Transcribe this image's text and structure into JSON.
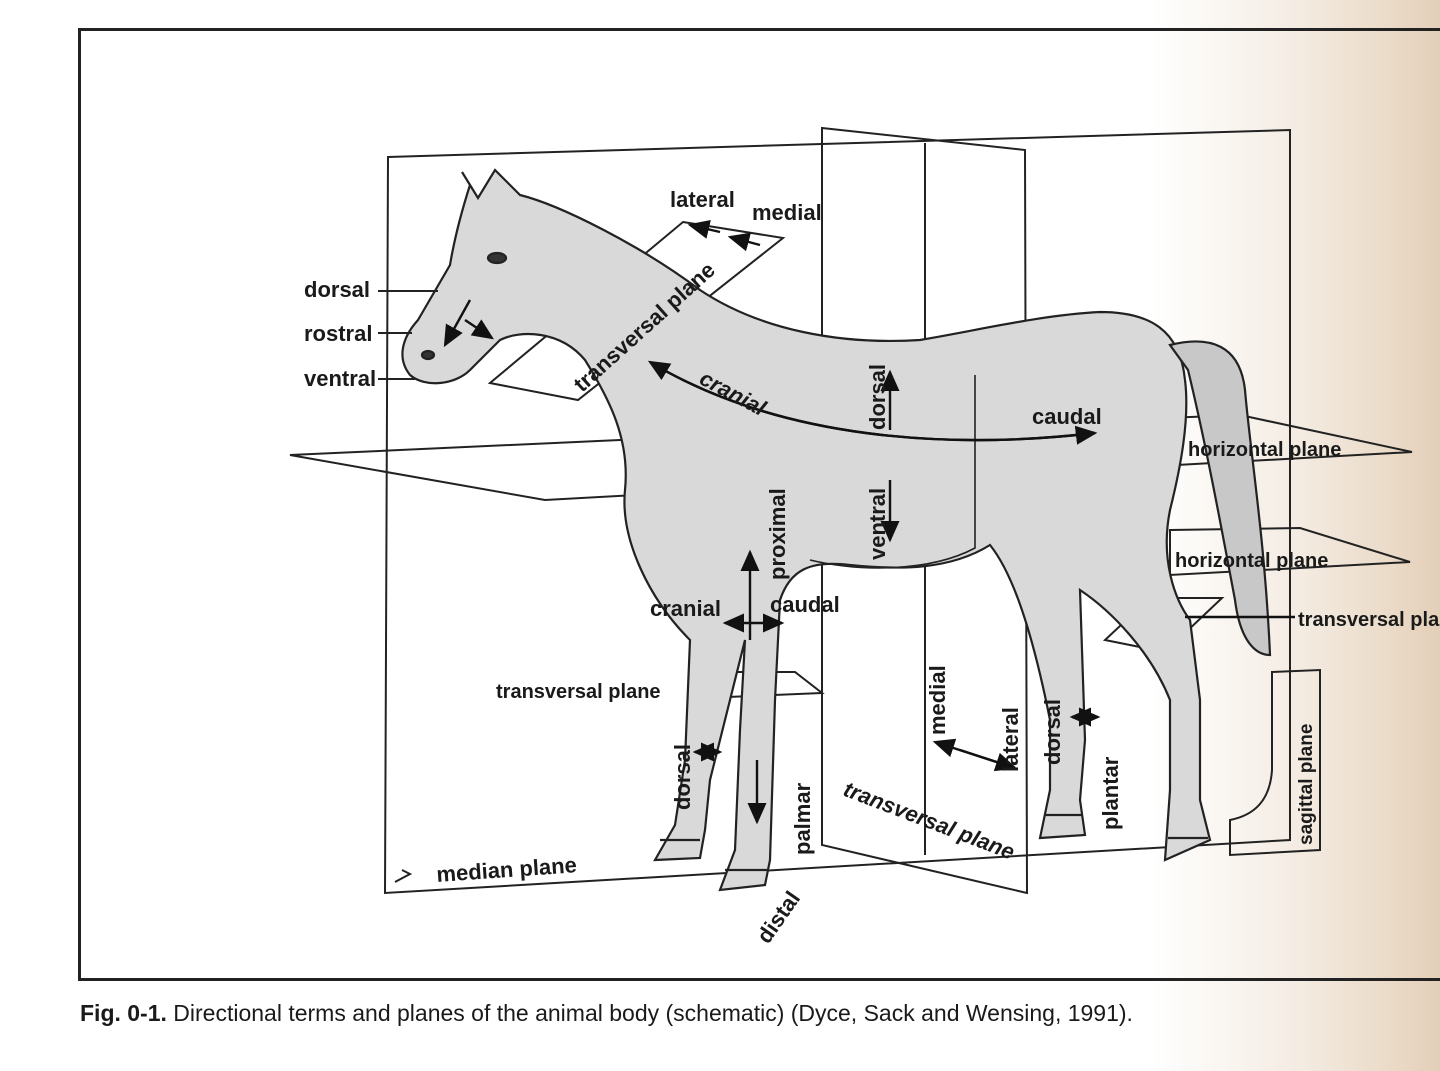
{
  "figure": {
    "caption_label": "Fig. 0-1.",
    "caption_text": " Directional terms and planes of the animal body (schematic) (Dyce, Sack and Wensing, 1991)."
  },
  "labels": {
    "lateral_top": "lateral",
    "medial_top": "medial",
    "dorsal_head": "dorsal",
    "rostral": "rostral",
    "ventral_head": "ventral",
    "transversal_plane_neck": "transversal plane",
    "cranial_body": "cranial",
    "dorsal_body": "dorsal",
    "ventral_body": "ventral",
    "caudal_body": "caudal",
    "horizontal_plane_upper": "horizontal plane",
    "horizontal_plane_lower": "horizontal plane",
    "transversal_plane_hind": "transversal pla",
    "proximal": "proximal",
    "cranial_leg": "cranial",
    "caudal_leg": "caudal",
    "transversal_plane_fore": "transversal plane",
    "medial_low": "medial",
    "lateral_low": "lateral",
    "dorsal_hind": "dorsal",
    "plantar": "plantar",
    "sagittal_plane": "sagittal plane",
    "dorsal_fore": "dorsal",
    "palmar": "palmar",
    "transversal_plane_bottom": "transversal plane",
    "median_plane": "median plane",
    "distal": "distal"
  }
}
